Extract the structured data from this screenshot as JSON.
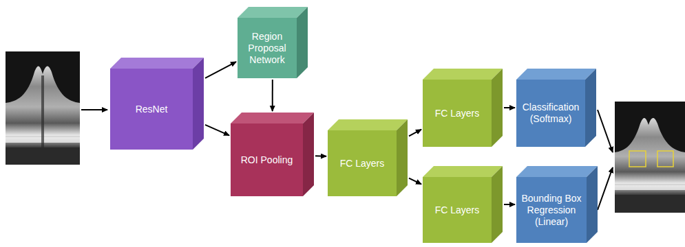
{
  "diagram": {
    "nodes": [
      {
        "text": [
          "ResNet"
        ]
      },
      {
        "text": [
          "Region Proposal Network"
        ]
      },
      {
        "text": [
          "ROI Pooling"
        ]
      },
      {
        "text": [
          "FC Layers"
        ]
      },
      {
        "text": [
          "FC Layers"
        ]
      },
      {
        "text": [
          "FC Layers"
        ]
      },
      {
        "text": [
          "Classification (Softmax)"
        ]
      },
      {
        "text": [
          "Bounding Box Regression (Linear)"
        ]
      }
    ],
    "edges": [
      {
        "from": 0,
        "to": 1,
        "arrow": "to"
      },
      {
        "from": 0,
        "to": 2,
        "arrow": "to"
      },
      {
        "from": 1,
        "to": 2,
        "arrow": "to"
      },
      {
        "from": 2,
        "to": 3,
        "arrow": "to"
      },
      {
        "from": 3,
        "to": 4,
        "arrow": "to"
      },
      {
        "from": 3,
        "to": 5,
        "arrow": "to"
      },
      {
        "from": 4,
        "to": 6,
        "arrow": "to"
      },
      {
        "from": 5,
        "to": 7,
        "arrow": "to"
      }
    ]
  }
}
